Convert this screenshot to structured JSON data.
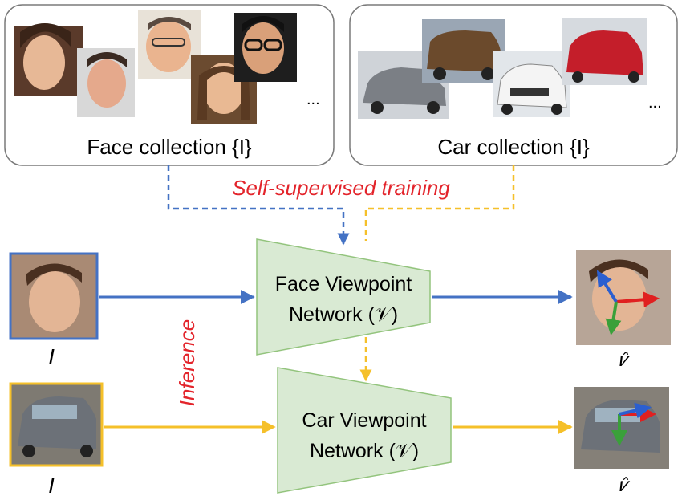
{
  "collections": {
    "face_label": "Face collection {I}",
    "car_label": "Car collection {I}",
    "ellipsis": "..."
  },
  "training_label": "Self-supervised training",
  "inference_label": "Inference",
  "networks": {
    "face_line1": "Face Viewpoint",
    "face_line2": "Network (𝒱)",
    "car_line1": "Car Viewpoint",
    "car_line2": "Network (𝒱)"
  },
  "io": {
    "input_symbol": "I",
    "output_symbol": "𝑣̂"
  },
  "colors": {
    "face": "#4472c4",
    "car": "#f5c02a",
    "training_text": "#e3242b",
    "network_fill": "#d9ead3",
    "network_stroke": "#93c47d"
  }
}
